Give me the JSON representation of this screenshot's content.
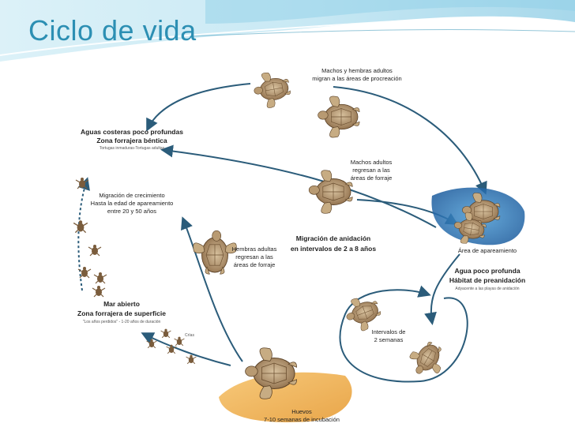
{
  "slide": {
    "title": "Ciclo de vida"
  },
  "diagram": {
    "males_females": [
      "Machos y hembras adultos",
      "migran a las áreas de procreación"
    ],
    "coastal": [
      "Aguas costeras poco profundas",
      "Zona forrajera béntica"
    ],
    "coastal_sub": "Tortugas inmaduras-Tortugas adultas",
    "growth": [
      "Migración de crecimiento",
      "Hasta la edad de apareamiento",
      "entre 20 y 50 años"
    ],
    "males_return": [
      "Machos adultos",
      "regresan a las",
      "áreas de forraje"
    ],
    "nesting_migration": [
      "Migración de anidación",
      "en intervalos de 2 a 8 años"
    ],
    "females_return": [
      "Hembras adultas",
      "regresan a las",
      "áreas de forraje"
    ],
    "mating": "Área de apareamiento",
    "shallow": [
      "Agua poco profunda",
      "Hábitat de preanidación"
    ],
    "shallow_sub": "Adyacente a las playas de anidación",
    "open_sea": [
      "Mar abierto",
      "Zona forrajera de superficie"
    ],
    "open_sea_sub": "\"Los años perdidos\" - 1-20 años de duración",
    "hatchlings": "Crías",
    "intervals": [
      "Intervalos de",
      "2 semanas"
    ],
    "eggs": [
      "Huevos",
      "7-10 semanas de incubación"
    ]
  }
}
